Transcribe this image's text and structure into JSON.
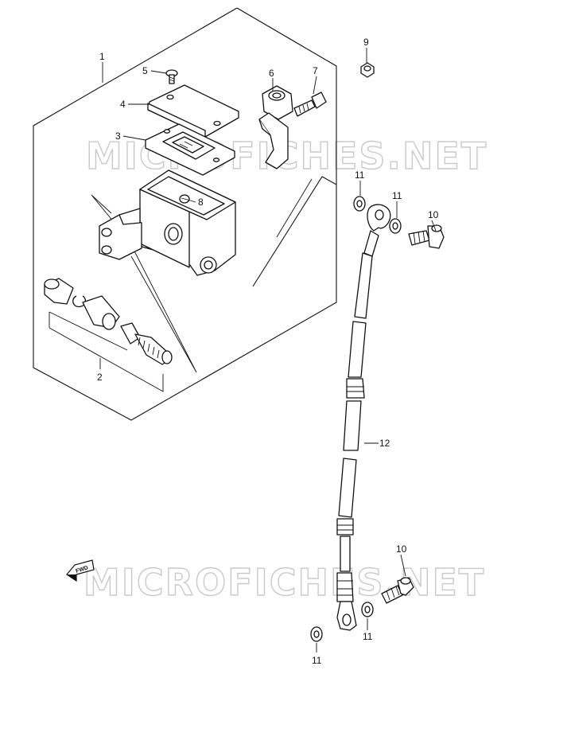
{
  "watermark": "MICROFICHES.NET",
  "fwd_label": "FWD",
  "callouts": {
    "c1": "1",
    "c2": "2",
    "c3": "3",
    "c4": "4",
    "c5": "5",
    "c6": "6",
    "c7": "7",
    "c8": "8",
    "c9": "9",
    "c10a": "10",
    "c10b": "10",
    "c11a": "11",
    "c11b": "11",
    "c11c": "11",
    "c11d": "11",
    "c12": "12"
  }
}
